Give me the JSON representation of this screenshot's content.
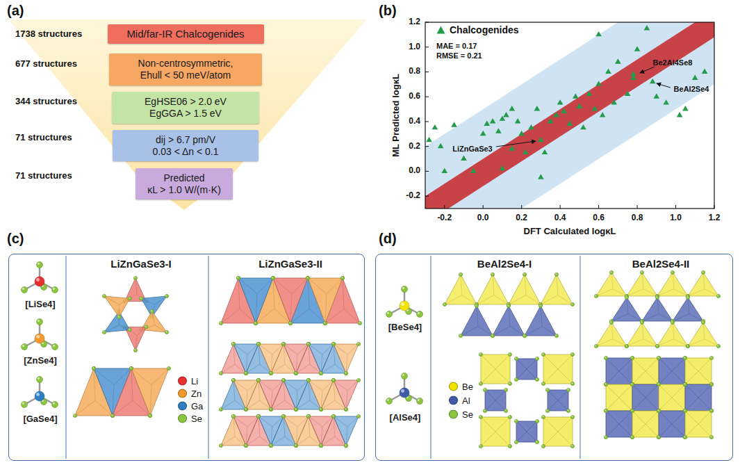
{
  "diagram": {
    "nodes": [
      {
        "text": [
          "Mid/far-IR Chalcogenides"
        ]
      },
      {
        "text": [
          "Non-centrosymmetric,",
          "Ehull < 50 meV/atom"
        ]
      },
      {
        "text": [
          "EgHSE06 > 2.0 eV",
          "EgGGA > 1.5 eV"
        ]
      },
      {
        "text": [
          "dij > 6.7 pm/V",
          "0.03 < Δn < 0.1"
        ]
      },
      {
        "text": [
          "Predicted",
          "κL > 1.0 W/(m·K)"
        ]
      },
      {
        "text": [
          "[LiSe4]",
          "[ZnSe4]",
          "[GaSe4]",
          "LiZnGaSe3-I",
          "LiZnGaSe3-II"
        ]
      },
      {
        "text": [
          "[BeSe4]",
          "[AlSe4]",
          "BeAl2Se4-I",
          "BeAl2Se4-II"
        ]
      }
    ],
    "labels": [
      "(a)",
      "1738 structures",
      "677 structures",
      "344 structures",
      "71 structures",
      "71 structures",
      "(b)",
      "MAE = 0.17",
      "RMSE = 0.21",
      "Be2Al4Se8",
      "BeAl2Se4",
      "LiZnGaSe3",
      "-0.2",
      "0.0",
      "0.2",
      "0.4",
      "0.6",
      "0.8",
      "1.0",
      "1.2",
      "-0.2",
      "0.0",
      "0.2",
      "0.4",
      "0.6",
      "0.8",
      "1.0",
      "1.2",
      "DFT Calculated logκL",
      "ML Predicted logκL",
      "(c)",
      "(d)"
    ],
    "legend": [
      {
        "text": "Chalcogenides"
      },
      {
        "text": "Li",
        "color": "#e8312f"
      },
      {
        "text": "Zn",
        "color": "#f39a2e"
      },
      {
        "text": "Ga",
        "color": "#2f7dc2"
      },
      {
        "text": "Se",
        "color": "#8cc63e"
      },
      {
        "text": "Be",
        "color": "#f2e200"
      },
      {
        "text": "Al",
        "color": "#3e5aa8"
      },
      {
        "text": "Se",
        "color": "#8cc63e"
      }
    ]
  }
}
